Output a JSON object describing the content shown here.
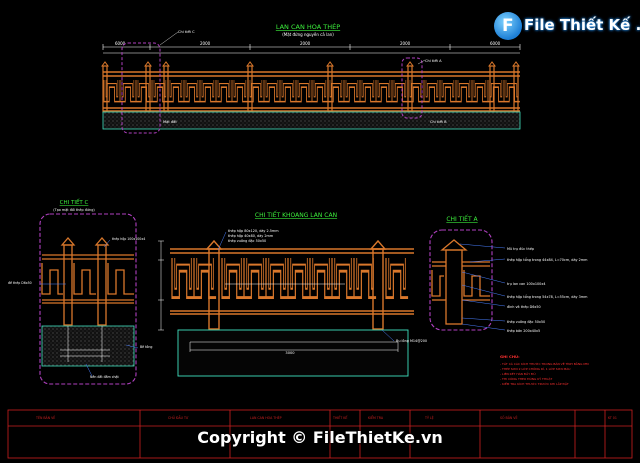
{
  "drawing": {
    "main_title": "LAN CAN HOA THÉP",
    "main_subtitle": "(Mặt đứng nguyên cả lan)",
    "detail_c_title": "CHI TIẾT C",
    "detail_c_subtitle": "(Tạo mặt đối thép đứng)",
    "detail_span_title": "CHI TIẾT KHOANG LAN CAN",
    "detail_a_title": "CHI TIẾT A",
    "top_dims": [
      "6000",
      "2000",
      "2000",
      "2000",
      "6000"
    ],
    "callouts": {
      "top_left": "Chi tiết C",
      "top_mid": "Chi tiết A",
      "base_left": "Mặt đất",
      "base_right": "Chi tiết B"
    },
    "span_notes": [
      "thép hộp 80x120, dày 2.5mm",
      "thép hộp 40x80, dày 2mm",
      "thép vuông đặc 50x50"
    ],
    "span_bottom": "Bu lông M14@200",
    "span_dim": "3000",
    "detail_a_notes": [
      "Mũ trụ đúc thép",
      "thép hộp tổng trong 44x84, L=70cm, dày 2mm",
      "trụ lan can 100x100x4",
      "thép hộp tổng trong 54x78, L=55cm, dày 3mm",
      "đinh vít thép D6x50",
      "thép vuông đặc 50x50",
      "thép bản 200x40x5"
    ],
    "detail_c_notes": [
      "thép hộp 100x100x4",
      "đế thép D6x50",
      "Bê tông",
      "Nền đất đầm chặt"
    ],
    "legend_title": "GHI CHÚ:",
    "legend_lines": [
      "- TẤT CẢ CÁC KÍCH THƯỚC TRONG BẢN VẼ TÍNH BẰNG MM",
      "- THÉP SƠN 2 LỚP CHỐNG RỈ, 1 LỚP SƠN MÀU",
      "- LIÊN KẾT HÀN ĐẦY ĐỦ",
      "- THI CÔNG THEO ĐÚNG KỸ THUẬT",
      "- KIỂM TRA KÍCH THƯỚC TRƯỚC KHI LẮP ĐẶT"
    ],
    "title_block": {
      "cells": [
        "TÊN BẢN VẼ",
        "CHỦ ĐẦU TƯ",
        "LAN CAN HOA THÉP",
        "THIẾT KẾ",
        "KIỂM TRA",
        "TỶ LỆ",
        "SỐ BẢN VẼ",
        "KT 01"
      ]
    }
  },
  "watermark": {
    "logo_letter": "F",
    "logo_text": "File Thiết Kế .vn",
    "copyright": "Copyright © FileThietKe.vn"
  },
  "colors": {
    "background": "#000000",
    "rail": "#d9772b",
    "dimension": "#ffffff",
    "frame": "#cc2020",
    "cloud": "#b040c0",
    "ground": "#40e0c0",
    "title": "#3cf03c",
    "leader": "#4a7fff"
  }
}
